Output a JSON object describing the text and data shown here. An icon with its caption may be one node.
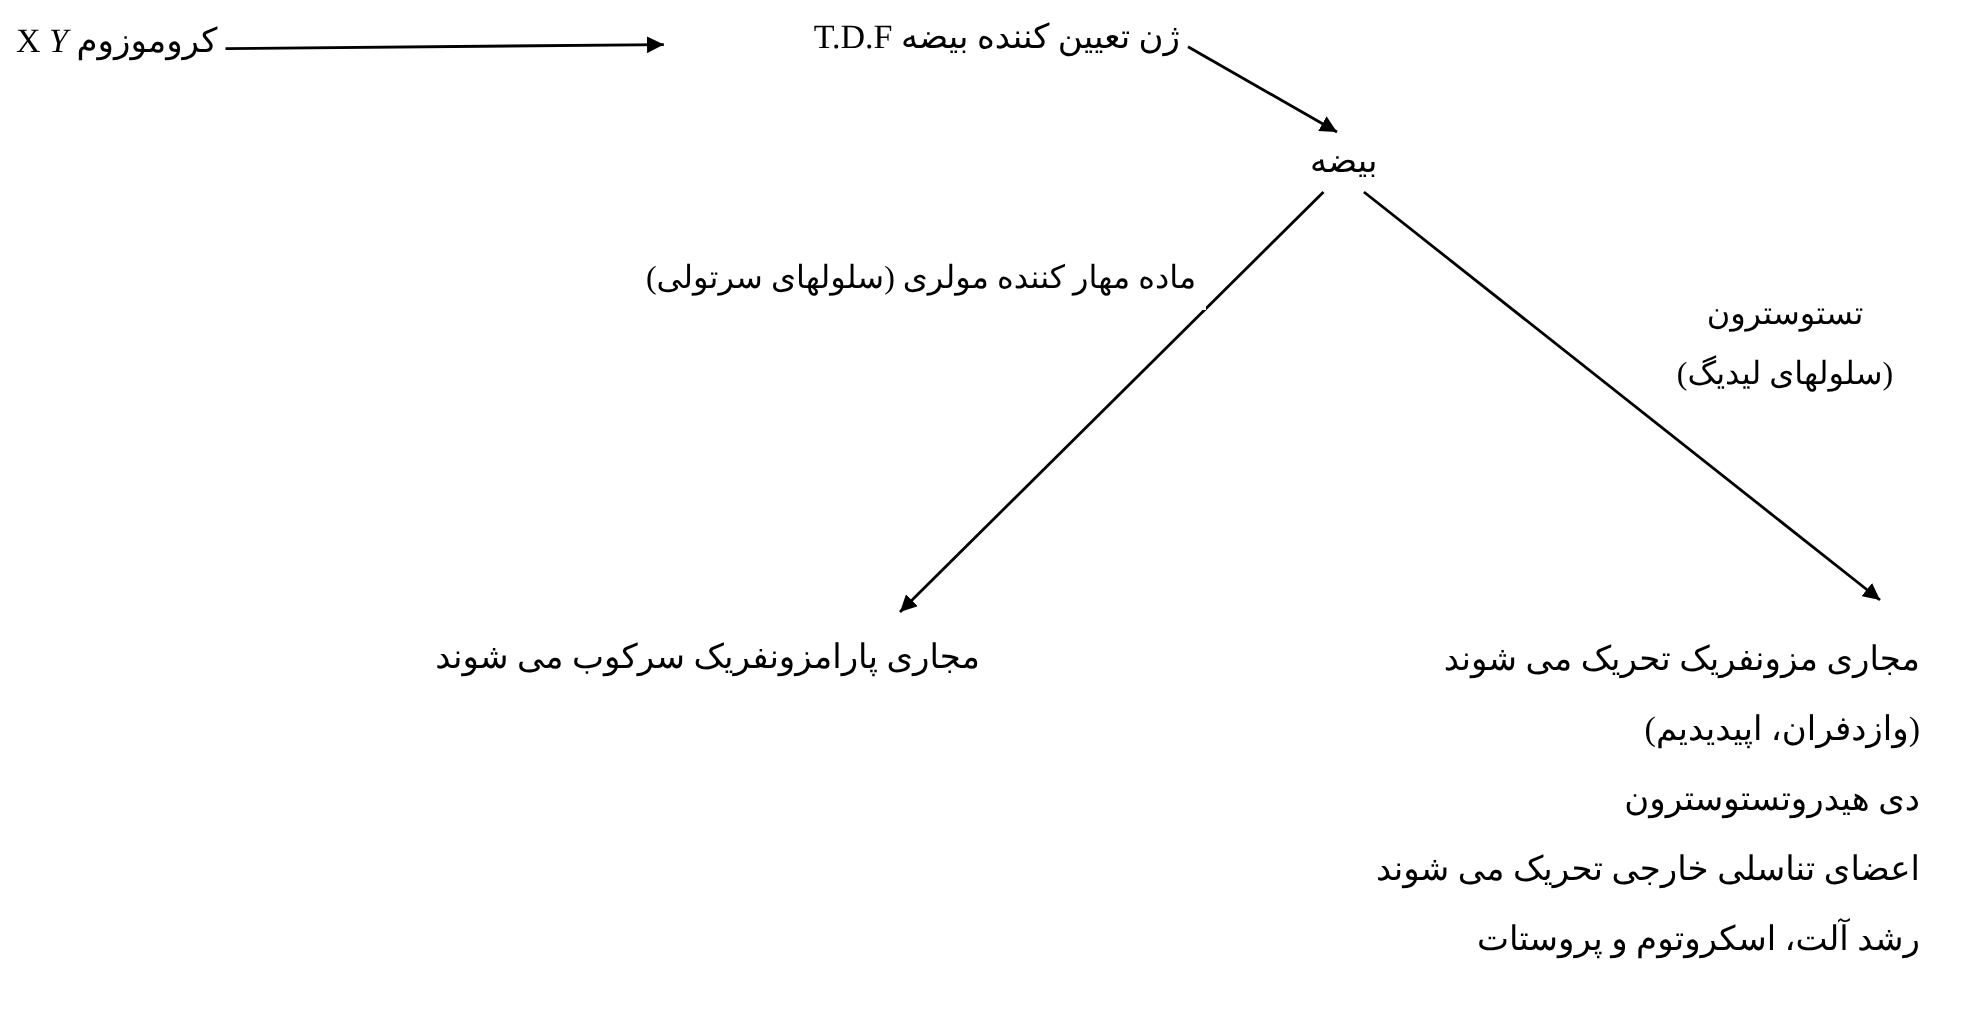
{
  "diagram": {
    "nodes": [
      {
        "text": [
          "X *Y* کروموزوم"
        ]
      },
      {
        "text": [
          "ژن تعیین کننده بیضه T.D.F"
        ]
      },
      {
        "text": [
          "بیضه"
        ]
      },
      {
        "text": [
          "مجاری پارامزونفریک سرکوب می شوند"
        ]
      },
      {
        "text": [
          "مجاری مزونفریک تحریک می شوند",
          "(وازدفران، اپیدیدیم)",
          "دی هیدروتستوسترون",
          "اعضای تناسلی خارجی تحریک می شوند",
          "رشد آلت، اسکروتوم و پروستات"
        ]
      }
    ],
    "edges": [
      {
        "from": 0,
        "to": 1,
        "arrow": "to"
      },
      {
        "from": 1,
        "to": 2,
        "arrow": "to"
      },
      {
        "from": 2,
        "to": 3,
        "arrow": "to",
        "label": "ماده مهار کننده مولری (سلولهای سرتولی)"
      },
      {
        "from": 2,
        "to": 4,
        "arrow": "to",
        "label": "تستوسترون (سلولهای لیدیگ)"
      }
    ]
  }
}
